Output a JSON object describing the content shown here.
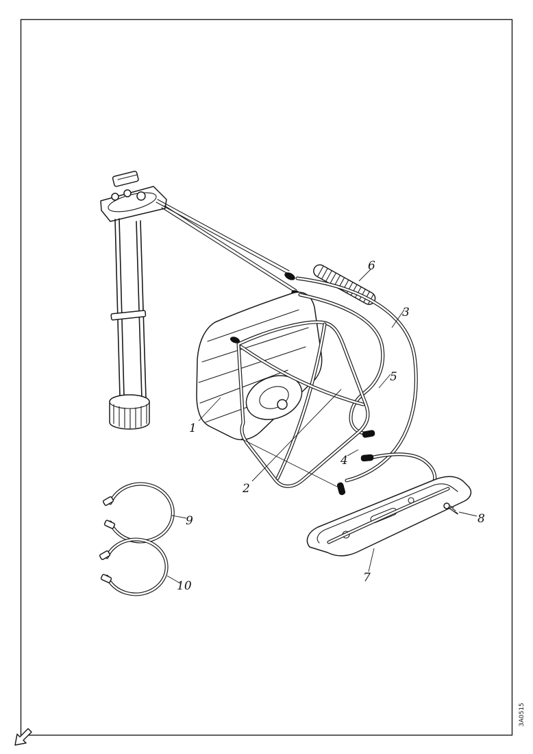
{
  "figure": {
    "callouts": [
      {
        "label": "1"
      },
      {
        "label": "2"
      },
      {
        "label": "3"
      },
      {
        "label": "4"
      },
      {
        "label": "5"
      },
      {
        "label": "6"
      },
      {
        "label": "7"
      },
      {
        "label": "8"
      },
      {
        "label": "9"
      },
      {
        "label": "10"
      }
    ],
    "drawing_number": "3A0515"
  },
  "colors": {
    "background": "#ffffff",
    "ink": "#1a1a1a"
  }
}
